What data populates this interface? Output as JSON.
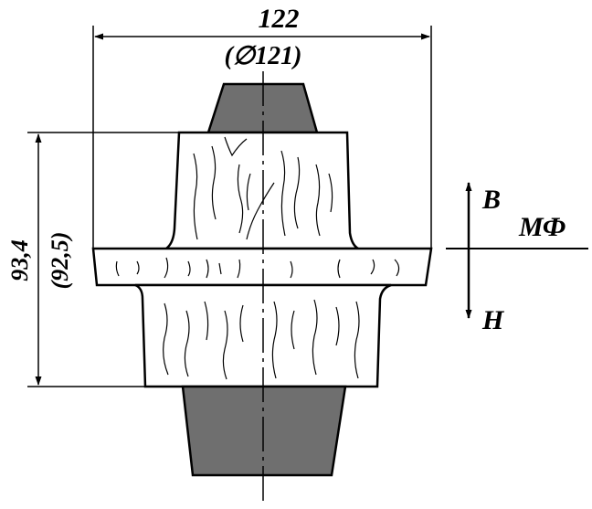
{
  "dimensions": {
    "width_value": "122",
    "width_value_alt": "(∅121)",
    "height_value": "93,4",
    "height_value_alt": "(92,5)"
  },
  "labels": {
    "upper": "В",
    "lower": "Н",
    "parting": "МФ"
  },
  "colors": {
    "core_print_fill": "#6f6f6f",
    "line": "#000000",
    "background": "#ffffff"
  }
}
